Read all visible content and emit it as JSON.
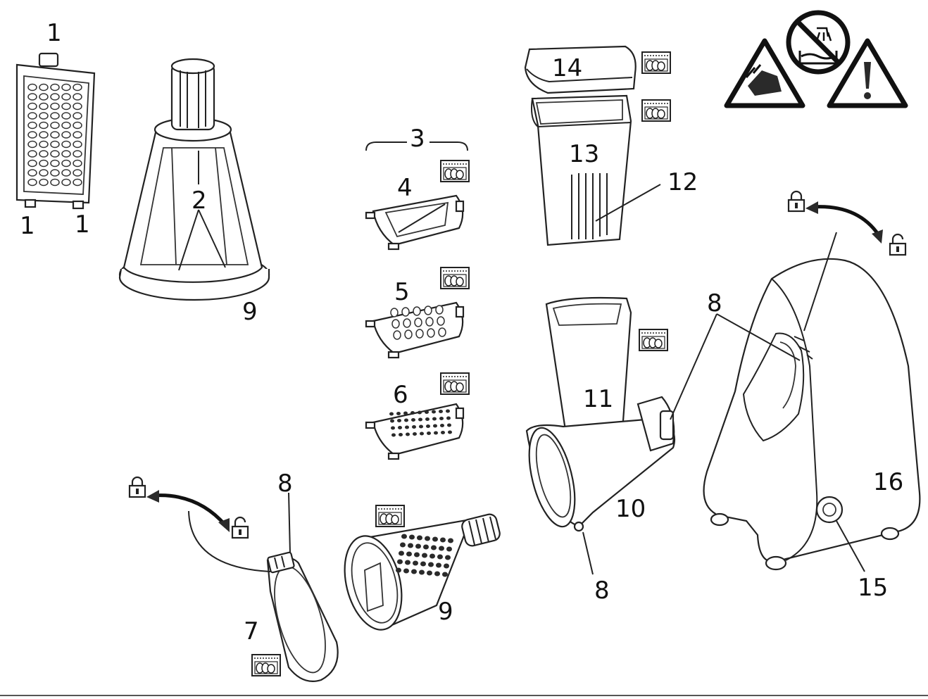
{
  "labels": {
    "l1a": "1",
    "l1b": "1",
    "l1c": "1",
    "l2": "2",
    "l3": "3",
    "l4": "4",
    "l5": "5",
    "l6": "6",
    "l7": "7",
    "l8a": "8",
    "l8b": "8",
    "l8c": "8",
    "l9a": "9",
    "l9b": "9",
    "l10": "10",
    "l11": "11",
    "l12": "12",
    "l13": "13",
    "l14": "14",
    "l15": "15",
    "l16": "16"
  },
  "icons": {
    "dishwasher_safe": "dishwasher-safe-icon",
    "lock": "lock-icon",
    "unlock": "unlock-icon",
    "cut_warning": "hand-cut-warning-icon",
    "no_water": "no-immersion-icon",
    "caution": "caution-icon"
  },
  "colors": {
    "line": "#222222",
    "background": "#ffffff"
  }
}
